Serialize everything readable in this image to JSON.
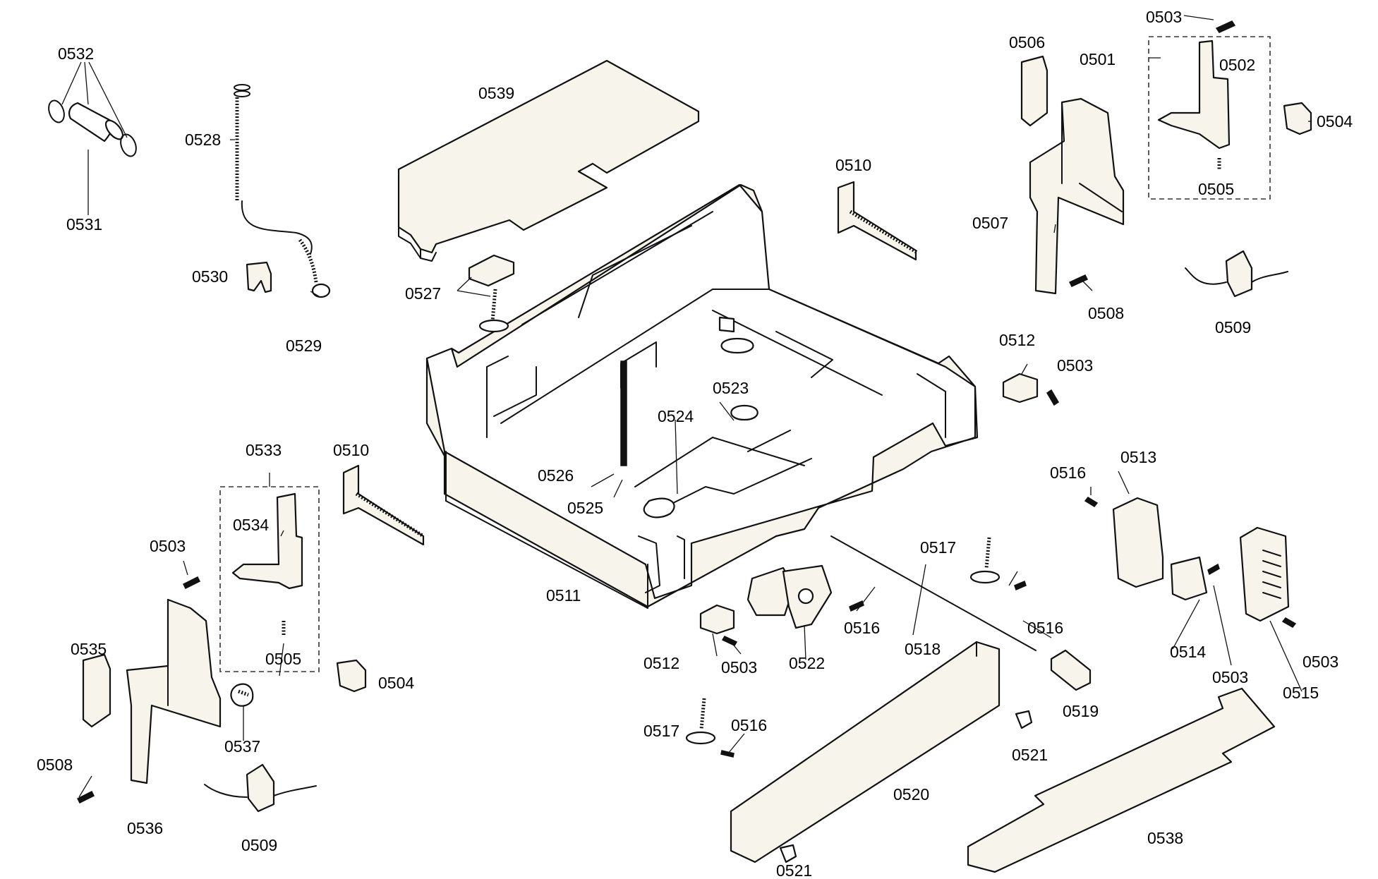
{
  "callouts": [
    {
      "id": "c0532",
      "text": "0532"
    },
    {
      "id": "c0531",
      "text": "0531"
    },
    {
      "id": "c0528",
      "text": "0528"
    },
    {
      "id": "c0530",
      "text": "0530"
    },
    {
      "id": "c0529",
      "text": "0529"
    },
    {
      "id": "c0539",
      "text": "0539"
    },
    {
      "id": "c0527",
      "text": "0527"
    },
    {
      "id": "c0510a",
      "text": "0510"
    },
    {
      "id": "c0506",
      "text": "0506"
    },
    {
      "id": "c0501",
      "text": "0501"
    },
    {
      "id": "c0503a",
      "text": "0503"
    },
    {
      "id": "c0502",
      "text": "0502"
    },
    {
      "id": "c0504a",
      "text": "0504"
    },
    {
      "id": "c0505a",
      "text": "0505"
    },
    {
      "id": "c0507",
      "text": "0507"
    },
    {
      "id": "c0508a",
      "text": "0508"
    },
    {
      "id": "c0509a",
      "text": "0509"
    },
    {
      "id": "c0512a",
      "text": "0512"
    },
    {
      "id": "c0503b",
      "text": "0503"
    },
    {
      "id": "c0523",
      "text": "0523"
    },
    {
      "id": "c0524",
      "text": "0524"
    },
    {
      "id": "c0526",
      "text": "0526"
    },
    {
      "id": "c0525",
      "text": "0525"
    },
    {
      "id": "c0533",
      "text": "0533"
    },
    {
      "id": "c0510b",
      "text": "0510"
    },
    {
      "id": "c0534",
      "text": "0534"
    },
    {
      "id": "c0503c",
      "text": "0503"
    },
    {
      "id": "c0535",
      "text": "0535"
    },
    {
      "id": "c0505b",
      "text": "0505"
    },
    {
      "id": "c0504b",
      "text": "0504"
    },
    {
      "id": "c0537",
      "text": "0537"
    },
    {
      "id": "c0508b",
      "text": "0508"
    },
    {
      "id": "c0536",
      "text": "0536"
    },
    {
      "id": "c0509b",
      "text": "0509"
    },
    {
      "id": "c0511",
      "text": "0511"
    },
    {
      "id": "c0516a",
      "text": "0516"
    },
    {
      "id": "c0513",
      "text": "0513"
    },
    {
      "id": "c0517a",
      "text": "0517"
    },
    {
      "id": "c0516b",
      "text": "0516"
    },
    {
      "id": "c0516c",
      "text": "0516"
    },
    {
      "id": "c0518",
      "text": "0518"
    },
    {
      "id": "c0514",
      "text": "0514"
    },
    {
      "id": "c0503d",
      "text": "0503"
    },
    {
      "id": "c0503e",
      "text": "0503"
    },
    {
      "id": "c0515",
      "text": "0515"
    },
    {
      "id": "c0512b",
      "text": "0512"
    },
    {
      "id": "c0503f",
      "text": "0503"
    },
    {
      "id": "c0522",
      "text": "0522"
    },
    {
      "id": "c0519",
      "text": "0519"
    },
    {
      "id": "c0521a",
      "text": "0521"
    },
    {
      "id": "c0517b",
      "text": "0517"
    },
    {
      "id": "c0516d",
      "text": "0516"
    },
    {
      "id": "c0520",
      "text": "0520"
    },
    {
      "id": "c0538",
      "text": "0538"
    },
    {
      "id": "c0521b",
      "text": "0521"
    }
  ]
}
